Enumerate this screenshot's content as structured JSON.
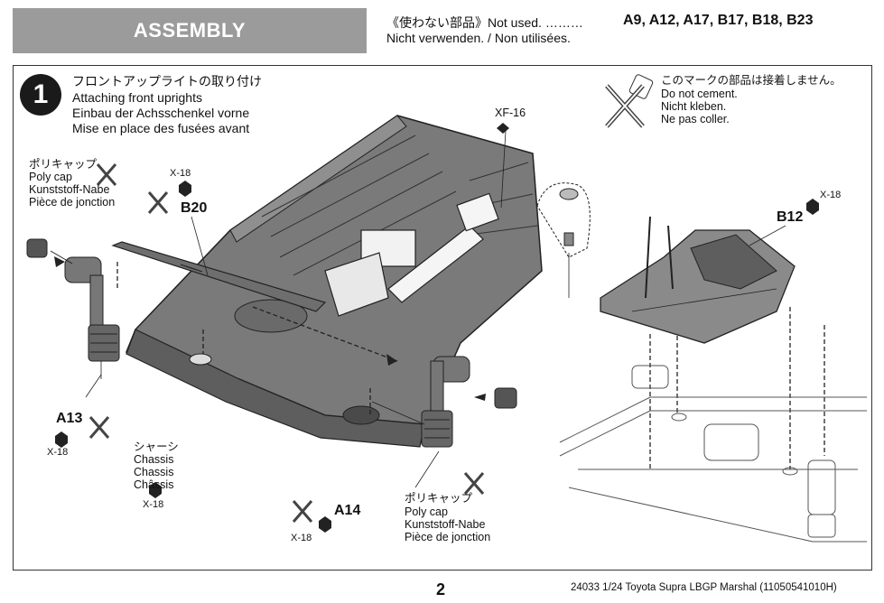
{
  "header": {
    "title": "ASSEMBLY",
    "not_used_label": "《使わない部品》Not used. ………",
    "not_used_parts": "A9, A12, A17, B17, B18, B23",
    "not_used_translations": "Nicht verwenden. / Non utilisées."
  },
  "cement_note": {
    "ja": "このマークの部品は接着しません。",
    "en": "Do not cement.",
    "de": "Nicht kleben.",
    "fr": "Ne pas coller."
  },
  "step": {
    "number": "1",
    "title_ja": "フロントアップライトの取り付け",
    "title_en": "Attaching front uprights",
    "title_de": "Einbau der Achsschenkel vorne",
    "title_fr": "Mise en place des fusées avant"
  },
  "labels": {
    "polycap_left": {
      "ja": "ポリキャップ",
      "en": "Poly cap",
      "de": "Kunststoff-Nabe",
      "fr": "Pièce de jonction"
    },
    "polycap_right": {
      "ja": "ポリキャップ",
      "en": "Poly cap",
      "de": "Kunststoff-Nabe",
      "fr": "Pièce de jonction"
    },
    "chassis": {
      "ja": "シャーシ",
      "en": "Chassis",
      "de": "Chassis",
      "fr": "Châssis"
    },
    "b20": "B20",
    "a13": "A13",
    "a14": "A14",
    "b12": "B12",
    "xf16": "XF-16",
    "x18_b20": "X-18",
    "x18_a13": "X-18",
    "x18_chassis": "X-18",
    "x18_a14": "X-18",
    "x18_b12": "X-18"
  },
  "footer": {
    "page_number": "2",
    "code": "24033  1/24 Toyota Supra LBGP Marshal (11050541010H)"
  }
}
